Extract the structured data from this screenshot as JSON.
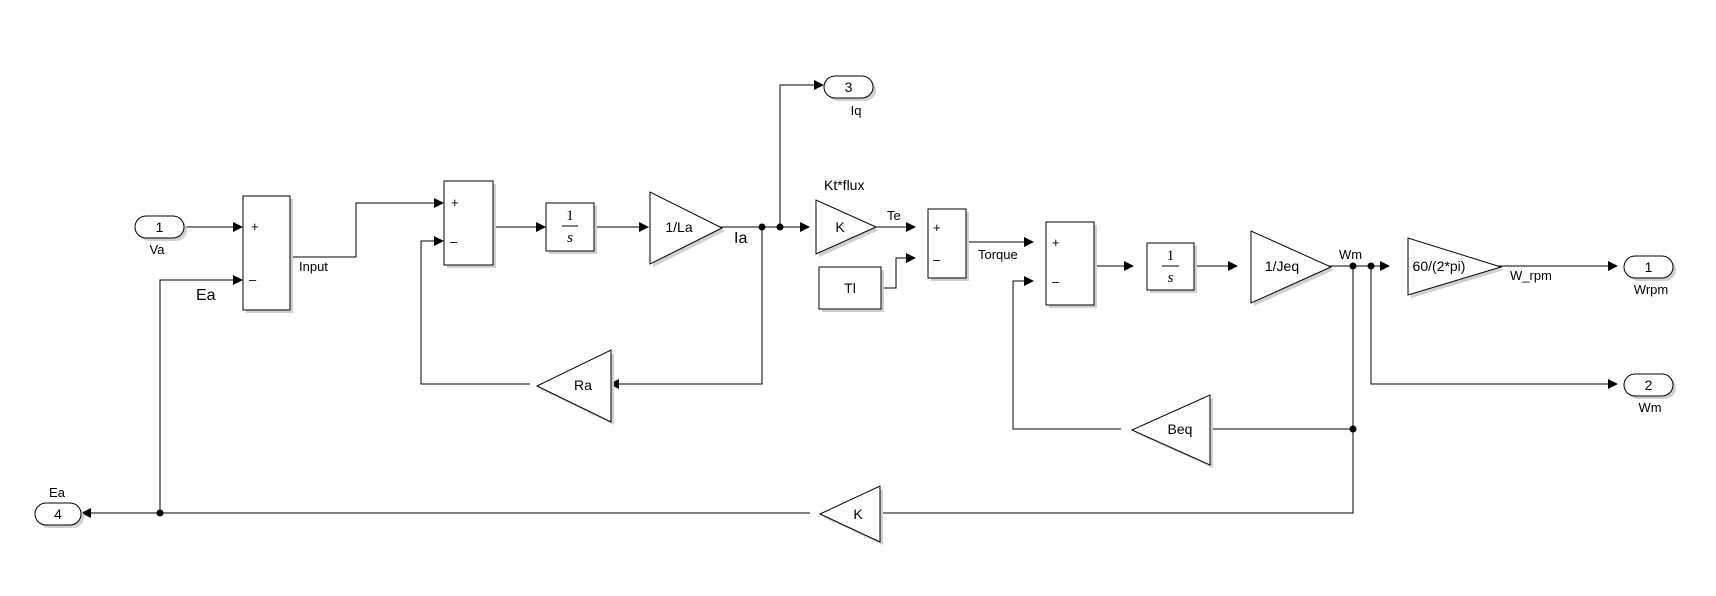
{
  "inports": [
    {
      "id": "Va",
      "number": "1",
      "label": "Va"
    }
  ],
  "outports": [
    {
      "id": "Iq",
      "number": "3",
      "label": "Iq"
    },
    {
      "id": "Wrpm",
      "number": "1",
      "label": "Wrpm"
    },
    {
      "id": "Wm",
      "number": "2",
      "label": "Wm"
    },
    {
      "id": "Ea",
      "number": "4",
      "label": "Ea"
    }
  ],
  "sums": {
    "sum1": {
      "signs": [
        "+",
        "–"
      ]
    },
    "sum2": {
      "signs": [
        "+",
        "–"
      ]
    },
    "sum3": {
      "signs": [
        "+",
        "–"
      ]
    },
    "sum4": {
      "signs": [
        "+",
        "–"
      ]
    }
  },
  "integrators": {
    "int1": {
      "num": "1",
      "den": "s"
    },
    "int2": {
      "num": "1",
      "den": "s"
    }
  },
  "gains": {
    "invLa": "1/La",
    "Ra": "Ra",
    "Kt": "K",
    "invJeq": "1/Jeq",
    "Beq": "Beq",
    "Kback": "K",
    "rpm": "60/(2*pi)"
  },
  "constants": {
    "Tl": "Tl"
  },
  "annotations": {
    "kt_flux": "Kt*flux"
  },
  "signals": {
    "input": "Input",
    "ea_fb": "Ea",
    "ia": "Ia",
    "te": "Te",
    "torque": "Torque",
    "wm": "Wm",
    "w_rpm": "W_rpm"
  }
}
